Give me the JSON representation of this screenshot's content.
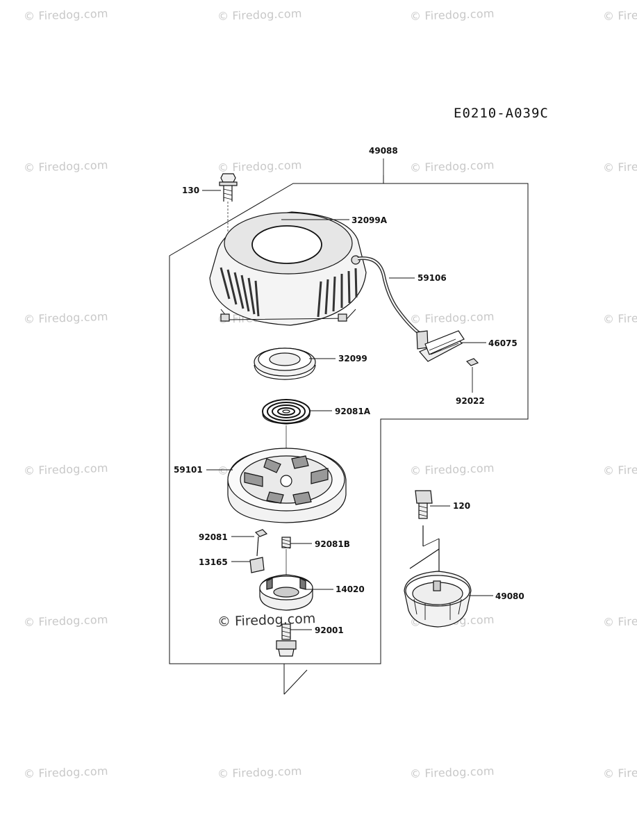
{
  "diagram_code": "E0210-A039C",
  "watermark_text": "© Firedog.com",
  "center_watermark_text": "© Firedog.com",
  "parts": {
    "p49088": "49088",
    "p130": "130",
    "p32099A": "32099A",
    "p59106": "59106",
    "p46075": "46075",
    "p32099": "32099",
    "p92022": "92022",
    "p92081A": "92081A",
    "p59101": "59101",
    "p120": "120",
    "p92081": "92081",
    "p92081B": "92081B",
    "p13165": "13165",
    "p14020": "14020",
    "p49080": "49080",
    "p92001": "92001"
  }
}
